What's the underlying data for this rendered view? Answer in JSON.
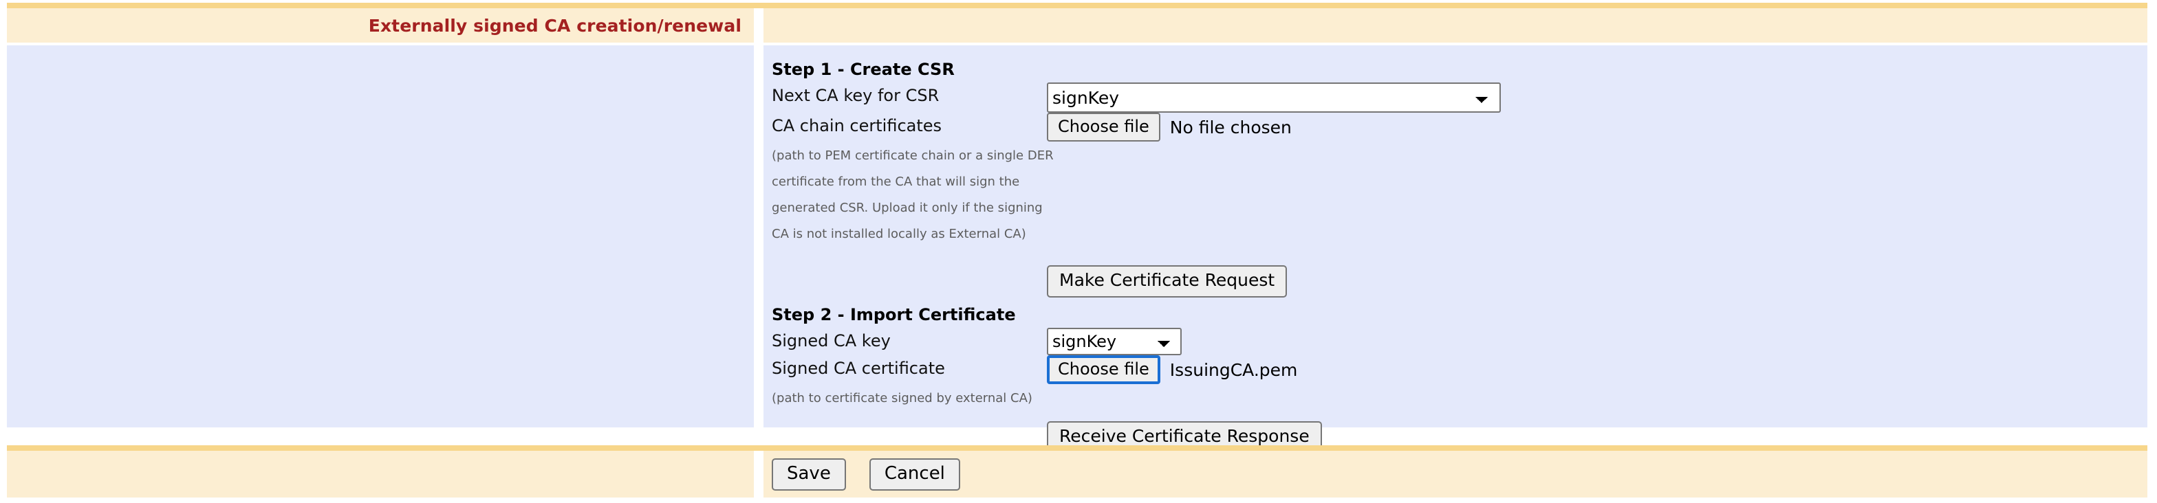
{
  "header": {
    "title": "Externally signed CA creation/renewal"
  },
  "step1": {
    "title": "Step 1 - Create CSR",
    "next_ca_key": {
      "label": "Next CA key for CSR",
      "value": "signKey",
      "options": [
        "signKey"
      ]
    },
    "ca_chain": {
      "label": "CA chain certificates",
      "button_label": "Choose file",
      "file_status": "No file chosen",
      "hint_lines": [
        "(path to PEM certificate chain or a single DER",
        "certificate from the CA that will sign the",
        "generated CSR. Upload it only if the signing",
        "CA is not installed locally as External CA)"
      ]
    },
    "make_request_button": "Make Certificate Request"
  },
  "step2": {
    "title": "Step 2 - Import Certificate",
    "signed_ca_key": {
      "label": "Signed CA key",
      "value": "signKey",
      "options": [
        "signKey"
      ]
    },
    "signed_ca_cert": {
      "label": "Signed CA certificate",
      "button_label": "Choose file",
      "file_status": "IssuingCA.pem",
      "hint": "(path to certificate signed by external CA)"
    },
    "receive_response_button": "Receive Certificate Response"
  },
  "footer": {
    "save_label": "Save",
    "cancel_label": "Cancel"
  },
  "colors": {
    "band_background": "#fceed2",
    "band_border": "#f7d68a",
    "panel_background": "#e4e9fb",
    "title_color": "#a42121",
    "focus_ring": "#1a6fd4"
  }
}
